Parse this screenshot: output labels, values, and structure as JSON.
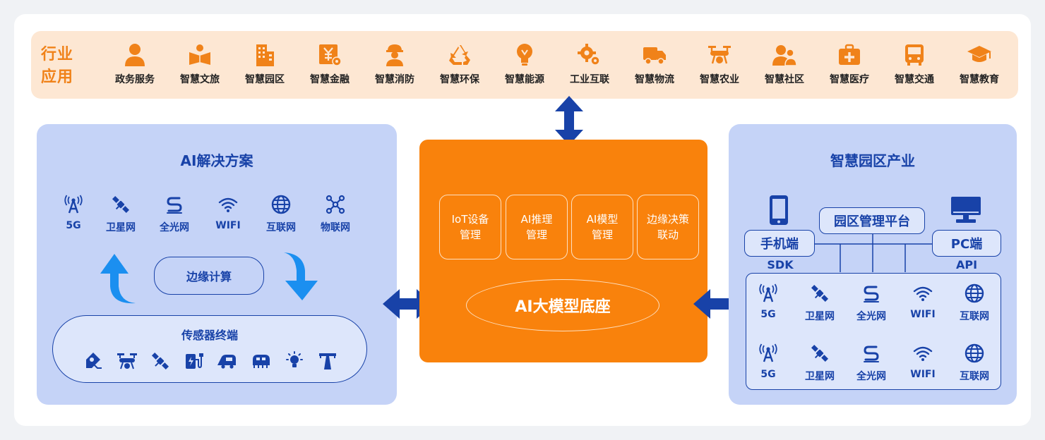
{
  "industry": {
    "title": "行业应用",
    "items": [
      {
        "label": "政务服务",
        "icon": "person-icon"
      },
      {
        "label": "智慧文旅",
        "icon": "book-icon"
      },
      {
        "label": "智慧园区",
        "icon": "buildings-icon"
      },
      {
        "label": "智慧金融",
        "icon": "finance-icon"
      },
      {
        "label": "智慧消防",
        "icon": "firefighter-icon"
      },
      {
        "label": "智慧环保",
        "icon": "recycle-icon"
      },
      {
        "label": "智慧能源",
        "icon": "bulb-icon"
      },
      {
        "label": "工业互联",
        "icon": "gears-icon"
      },
      {
        "label": "智慧物流",
        "icon": "truck-icon"
      },
      {
        "label": "智慧农业",
        "icon": "drone-icon"
      },
      {
        "label": "智慧社区",
        "icon": "community-icon"
      },
      {
        "label": "智慧医疗",
        "icon": "medical-kit-icon"
      },
      {
        "label": "智慧交通",
        "icon": "bus-icon"
      },
      {
        "label": "智慧教育",
        "icon": "graduation-cap-icon"
      }
    ]
  },
  "ai_solution": {
    "title": "AI解决方案",
    "network": [
      "5G",
      "卫星网",
      "全光网",
      "WIFI",
      "互联网",
      "物联网"
    ],
    "edge_label": "边缘计算",
    "sensor_label": "传感器终端"
  },
  "core": {
    "modules": [
      {
        "line1": "IoT设备",
        "line2": "管理"
      },
      {
        "line1": "AI推理",
        "line2": "管理"
      },
      {
        "line1": "AI模型",
        "line2": "管理"
      },
      {
        "line1": "边缘决策",
        "line2": "联动"
      }
    ],
    "base_label": "AI大模型底座"
  },
  "park": {
    "title": "智慧园区产业",
    "platform_label": "园区管理平台",
    "mobile_label": "手机端",
    "pc_label": "PC端",
    "sdk_label": "SDK",
    "api_label": "API",
    "row1": [
      "5G",
      "卫星网",
      "全光网",
      "WIFI",
      "互联网"
    ],
    "row2": [
      "5G",
      "卫星网",
      "全光网",
      "WIFI",
      "互联网"
    ]
  },
  "colors": {
    "orange": "#f9820c",
    "deep_blue": "#1842a8",
    "panel_blue": "#c5d3f7",
    "banner_peach": "#fde7d3",
    "arrow_blue": "#1b8ff0"
  }
}
